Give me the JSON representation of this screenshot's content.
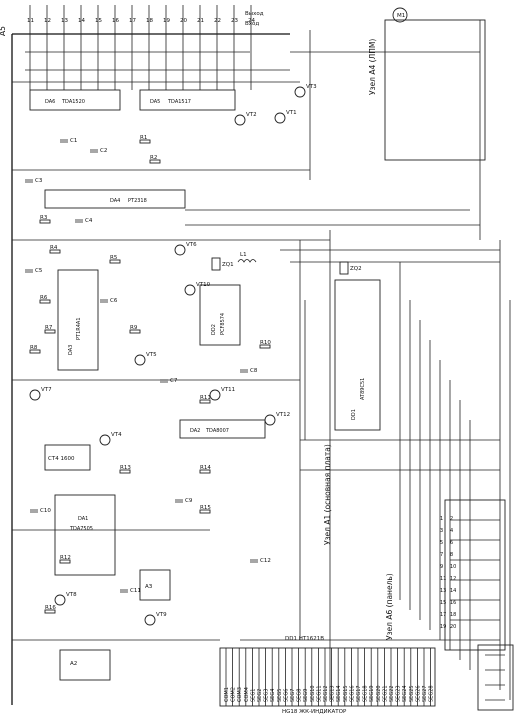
{
  "connector_top": "A5",
  "top_pin_labels": [
    "11",
    "12",
    "13",
    "14",
    "15",
    "16",
    "17",
    "18",
    "19",
    "20",
    "21",
    "22",
    "23",
    "24"
  ],
  "ics": [
    {
      "ref": "DA6",
      "part": "TDA1520"
    },
    {
      "ref": "DA5",
      "part": "TDA1517"
    },
    {
      "ref": "DA4",
      "part": "PT2318"
    },
    {
      "ref": "DA3",
      "part": "PT1R4A1"
    },
    {
      "ref": "DA2",
      "part": "TDA8007"
    },
    {
      "ref": "DA1",
      "part": "TDA7505"
    },
    {
      "ref": "DD2",
      "part": "PCF8574"
    },
    {
      "ref": "DD1",
      "part": "AT89C51"
    },
    {
      "ref": "DD1",
      "part": "HT1621B"
    }
  ],
  "nodes": {
    "node_a4": "Узел А4 (ЛПМ)",
    "node_a1": "Узел А1 (основная плата)",
    "node_a6": "Узел А6 (панель)",
    "lcd_title": "HG18 ЖК-ИНДИКАТОР",
    "lcd_driver": "DD1 HT1621B"
  },
  "transistors": [
    "VT1",
    "VT2",
    "VT3",
    "VT4",
    "VT5",
    "VT6",
    "VT7",
    "VT8",
    "VT9",
    "VT10",
    "VT11",
    "VT12"
  ],
  "resistors": [
    "R1",
    "R2",
    "R3",
    "R4",
    "R5",
    "R6",
    "R7",
    "R8",
    "R9",
    "R10",
    "R11",
    "R12",
    "R13",
    "R14",
    "R15",
    "R16"
  ],
  "capacitors": [
    "C1",
    "C2",
    "C3",
    "C4",
    "C5",
    "C6",
    "C7",
    "C8",
    "C9",
    "C10",
    "C11",
    "C12"
  ],
  "misc": {
    "crystal_1": "ZQ1",
    "crystal_2": "ZQ2",
    "coil": "L1",
    "motor": "M1",
    "stabilizer": "СТ4 1600",
    "ic_bottom": "АЗ",
    "ic_bottom2": "А2",
    "pin_row_lcd": [
      "1",
      "2",
      "3",
      "4",
      "5",
      "6",
      "7",
      "8",
      "9",
      "10",
      "11",
      "12",
      "13",
      "14",
      "15",
      "16",
      "17",
      "18",
      "19",
      "20"
    ],
    "net_out": "Выход",
    "net_in": "Вход"
  },
  "lcd_pins_left": [
    "COM1",
    "COM2",
    "COM3",
    "COM4",
    "SEG1",
    "SEG2",
    "SEG3",
    "SEG4",
    "SEG5",
    "SEG6",
    "SEG7",
    "SEG8",
    "SEG9",
    "SEG10",
    "SEG11",
    "SEG12"
  ],
  "lcd_pins_right": [
    "SEG13",
    "SEG14",
    "SEG15",
    "SEG16",
    "SEG17",
    "SEG18",
    "SEG19",
    "SEG20",
    "SEG21",
    "SEG22",
    "SEG23",
    "SEG24",
    "SEG25",
    "SEG26",
    "SEG27",
    "SEG28"
  ]
}
